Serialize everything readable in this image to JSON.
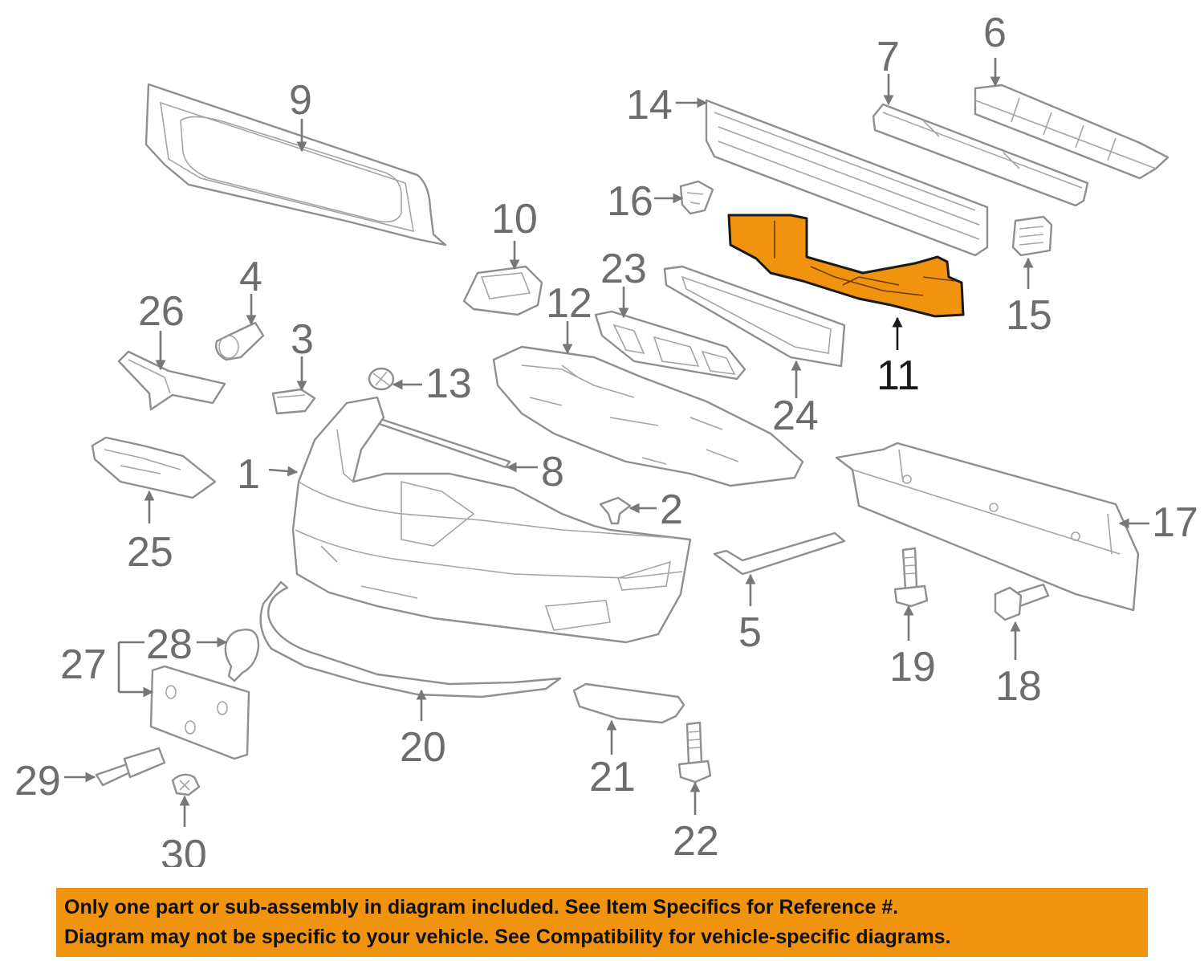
{
  "diagram": {
    "highlight_color": "#f0930e",
    "line_color": "#8f8f8f",
    "label_color": "#6d6d6d",
    "highlighted_part": "11",
    "callouts": [
      "1",
      "2",
      "3",
      "4",
      "5",
      "6",
      "7",
      "8",
      "9",
      "10",
      "11",
      "12",
      "13",
      "14",
      "15",
      "16",
      "17",
      "18",
      "19",
      "20",
      "21",
      "22",
      "23",
      "24",
      "25",
      "26",
      "27",
      "28",
      "29",
      "30"
    ]
  },
  "notice": {
    "line1": "Only one part or sub-assembly in diagram included. See Item Specifics for Reference #.",
    "line2": "Diagram may not be specific to your vehicle. See Compatibility for vehicle-specific diagrams.",
    "background": "#f0930e"
  }
}
